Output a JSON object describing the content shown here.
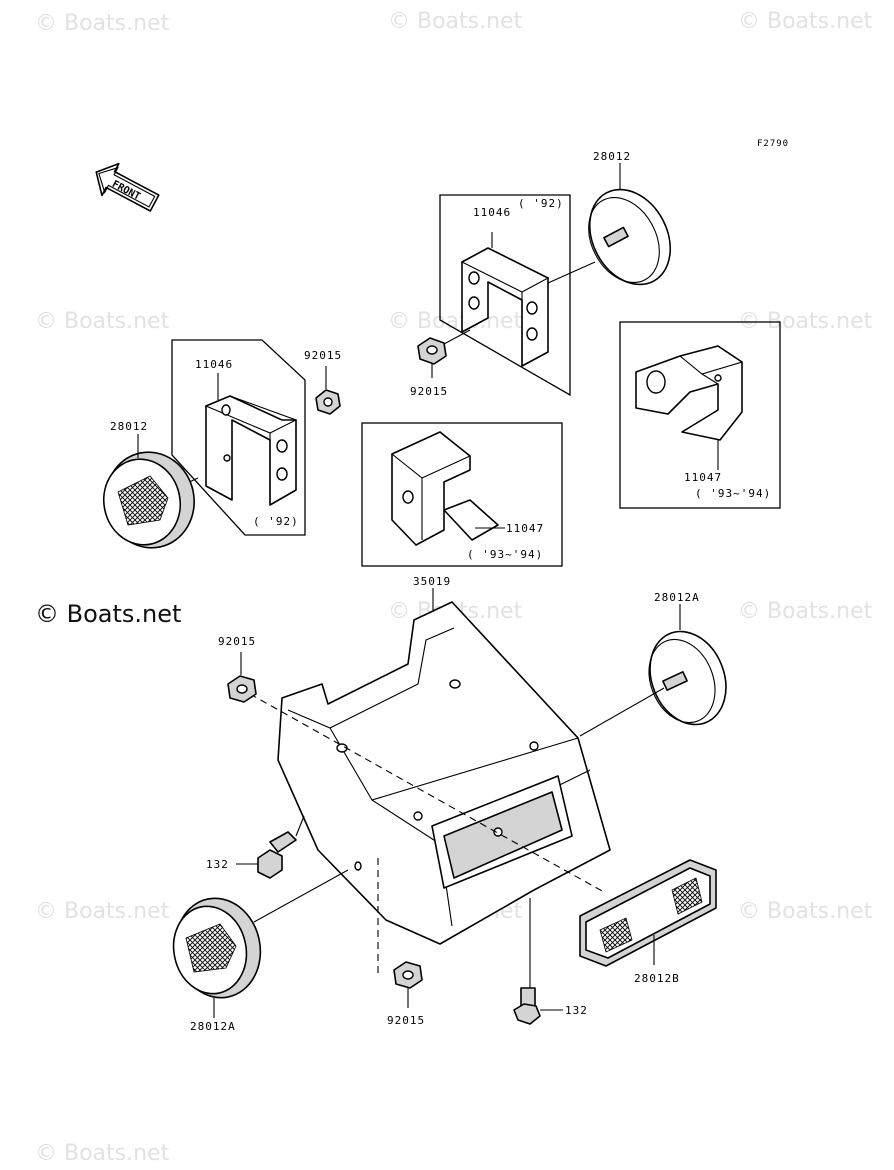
{
  "watermarks": [
    "© Boats.net",
    "© Boats.net",
    "© Boats.net",
    "© Boats.net",
    "© Boats.net",
    "© Boats.net",
    "© Boats.net",
    "© Boats.net",
    "© Boats.net",
    "© Boats.net",
    "© Boats.net",
    "© Boats.net"
  ],
  "copyright": "© Boats.net",
  "figure_code": "F2790",
  "front_label": "FRONT",
  "labels": {
    "p28012_top": "28012",
    "p11046_top": "11046",
    "p11046_top_note": "( '92)",
    "p92015_center": "92015",
    "p92015_left": "92015",
    "p11046_left": "11046",
    "p11046_left_note": "( '92)",
    "p28012_left": "28012",
    "p11047_right": "11047",
    "p11047_right_note": "( '93~'94)",
    "p11047_center": "11047",
    "p11047_center_note": "( '93~'94)",
    "p35019": "35019",
    "p28012A_right": "28012A",
    "p92015_mid": "92015",
    "p132_left": "132",
    "p28012A_left": "28012A",
    "p92015_bottom": "92015",
    "p132_bottom": "132",
    "p28012B": "28012B"
  }
}
